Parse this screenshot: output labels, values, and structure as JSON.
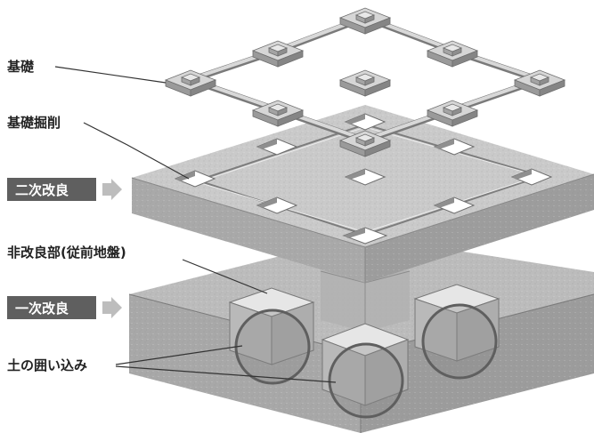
{
  "labels": {
    "foundation": "基礎",
    "excavation": "基礎掘削",
    "secondary_improvement": "二次改良",
    "unimproved_part": "非改良部(従前地盤)",
    "primary_improvement": "一次改良",
    "soil_enclosure": "土の囲い込み"
  },
  "colors": {
    "tag_background": "#5f5f5f",
    "arrow": "#bdbdbd",
    "slab_top": "#c9c9c9",
    "slab_side": "#a7a7a7",
    "foundation_top": "#d6d6d6",
    "foundation_side": "#9a9a9a",
    "lower_block_top": "#bababa",
    "lower_block_side": "#a3a3a3",
    "circle_stroke": "#666666",
    "text": "#222222"
  },
  "icons": {
    "arrow": "arrow-right-icon"
  }
}
